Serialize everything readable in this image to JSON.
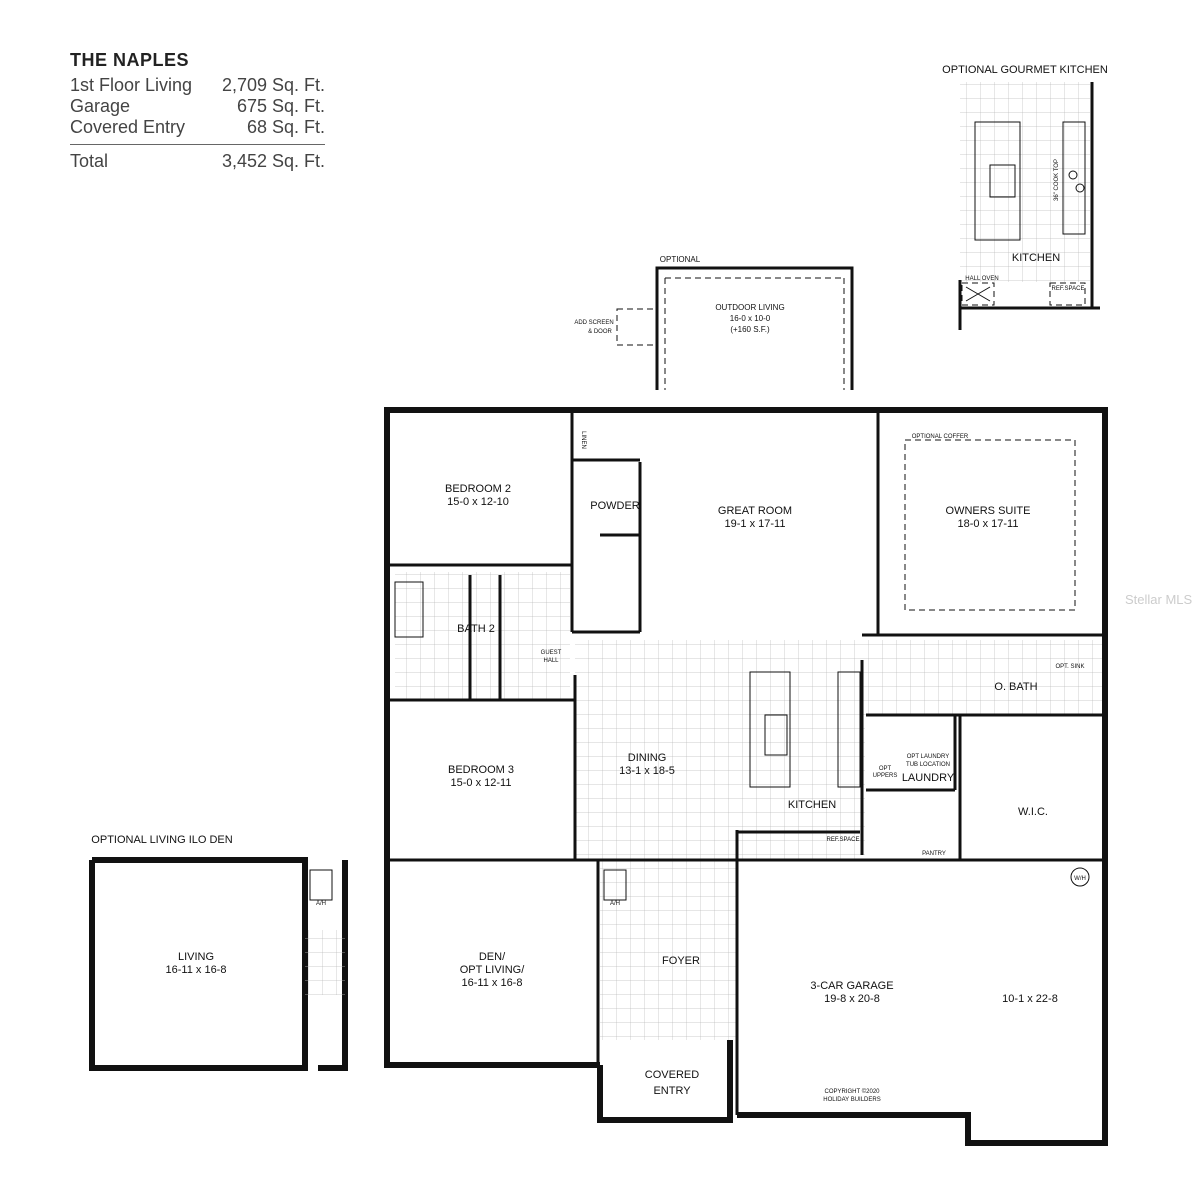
{
  "header": {
    "title": "THE NAPLES",
    "rows": [
      {
        "label": "1st Floor Living",
        "value": "2,709 Sq. Ft."
      },
      {
        "label": "Garage",
        "value": "675 Sq. Ft."
      },
      {
        "label": "Covered Entry",
        "value": "68 Sq. Ft."
      }
    ],
    "total": {
      "label": "Total",
      "value": "3,452 Sq. Ft."
    }
  },
  "options": {
    "gourmet_kitchen": "OPTIONAL GOURMET KITCHEN",
    "gk_kitchen": "KITCHEN",
    "gk_cooktop": "36\" COOK TOP",
    "gk_hall_oven": "HALL OVEN",
    "gk_ref_space": "REF.SPACE",
    "outdoor_optional": "OPTIONAL",
    "outdoor_name": "OUTDOOR LIVING",
    "outdoor_size": "16-0 x 10-0",
    "outdoor_area": "(+160 S.F.)",
    "screen_1": "ADD SCREEN",
    "screen_2": "& DOOR",
    "living_ilo_den": "OPTIONAL LIVING ILO DEN",
    "living_name": "LIVING",
    "living_size": "16-11 x 16-8",
    "ah": "A/H"
  },
  "rooms": {
    "bedroom2": {
      "name": "BEDROOM 2",
      "size": "15-0 x 12-10"
    },
    "powder": "POWDER",
    "linen": "LINEN",
    "great_room": {
      "name": "GREAT ROOM",
      "size": "19-1 x 17-11"
    },
    "optional_coffer": "OPTIONAL COFFER",
    "owners_suite": {
      "name": "OWNERS SUITE",
      "size": "18-0 x 17-11"
    },
    "bath2": "BATH 2",
    "guest_hall_1": "GUEST",
    "guest_hall_2": "HALL",
    "o_bath": "O. BATH",
    "opt_sink": "OPT. SINK",
    "bedroom3": {
      "name": "BEDROOM 3",
      "size": "15-0 x 12-11"
    },
    "dining": {
      "name": "DINING",
      "size": "13-1 x 18-5"
    },
    "kitchen": "KITCHEN",
    "opt_uppers_1": "OPT",
    "opt_uppers_2": "UPPERS",
    "opt_laundry_1": "OPT LAUNDRY",
    "opt_laundry_2": "TUB LOCATION",
    "laundry": "LAUNDRY",
    "wic": "W.I.C.",
    "ref_space": "REF.SPACE",
    "pantry": "PANTRY",
    "wh": "W/H",
    "den": {
      "name1": "DEN/",
      "name2": "OPT LIVING/",
      "size": "16-11 x 16-8"
    },
    "foyer": "FOYER",
    "garage": {
      "name": "3-CAR GARAGE",
      "size": "19-8 x 20-8",
      "size2": "10-1 x 22-8"
    },
    "covered_entry_1": "COVERED",
    "covered_entry_2": "ENTRY",
    "copyright_1": "COPYRIGHT ©2020",
    "copyright_2": "HOLIDAY BUILDERS"
  },
  "watermark": "Stellar MLS"
}
